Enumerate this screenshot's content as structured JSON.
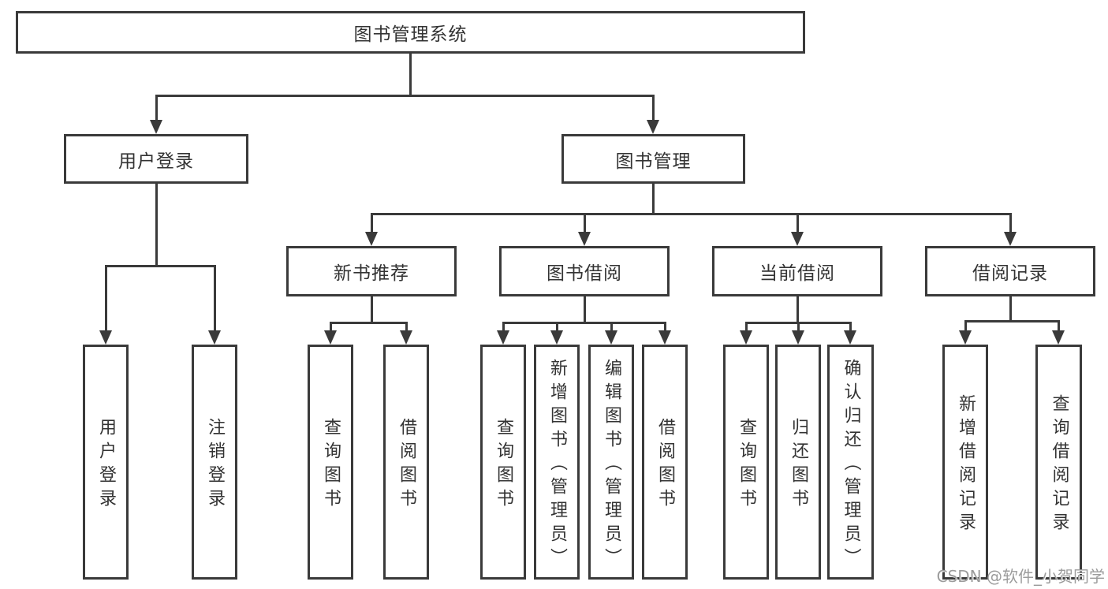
{
  "title": "图书管理系统",
  "watermark": "CSDN @软件_小贺同学",
  "colors": {
    "line": "#3a3a3a",
    "text": "#333333",
    "box_background": "#ffffff",
    "page_background": "#ffffff",
    "watermark": "#9c9c9c"
  },
  "tree": {
    "label": "图书管理系统",
    "children": [
      {
        "label": "用户登录",
        "children": [
          {
            "label": "用户登录"
          },
          {
            "label": "注销登录"
          }
        ]
      },
      {
        "label": "图书管理",
        "children": [
          {
            "label": "新书推荐",
            "children": [
              {
                "label": "查询图书"
              },
              {
                "label": "借阅图书"
              }
            ]
          },
          {
            "label": "图书借阅",
            "children": [
              {
                "label": "查询图书"
              },
              {
                "label": "新增图书（管理员）"
              },
              {
                "label": "编辑图书（管理员）"
              },
              {
                "label": "借阅图书"
              }
            ]
          },
          {
            "label": "当前借阅",
            "children": [
              {
                "label": "查询图书"
              },
              {
                "label": "归还图书"
              },
              {
                "label": "确认归还（管理员）"
              }
            ]
          },
          {
            "label": "借阅记录",
            "children": [
              {
                "label": "新增借阅记录"
              },
              {
                "label": "查询借阅记录"
              }
            ]
          }
        ]
      }
    ]
  }
}
